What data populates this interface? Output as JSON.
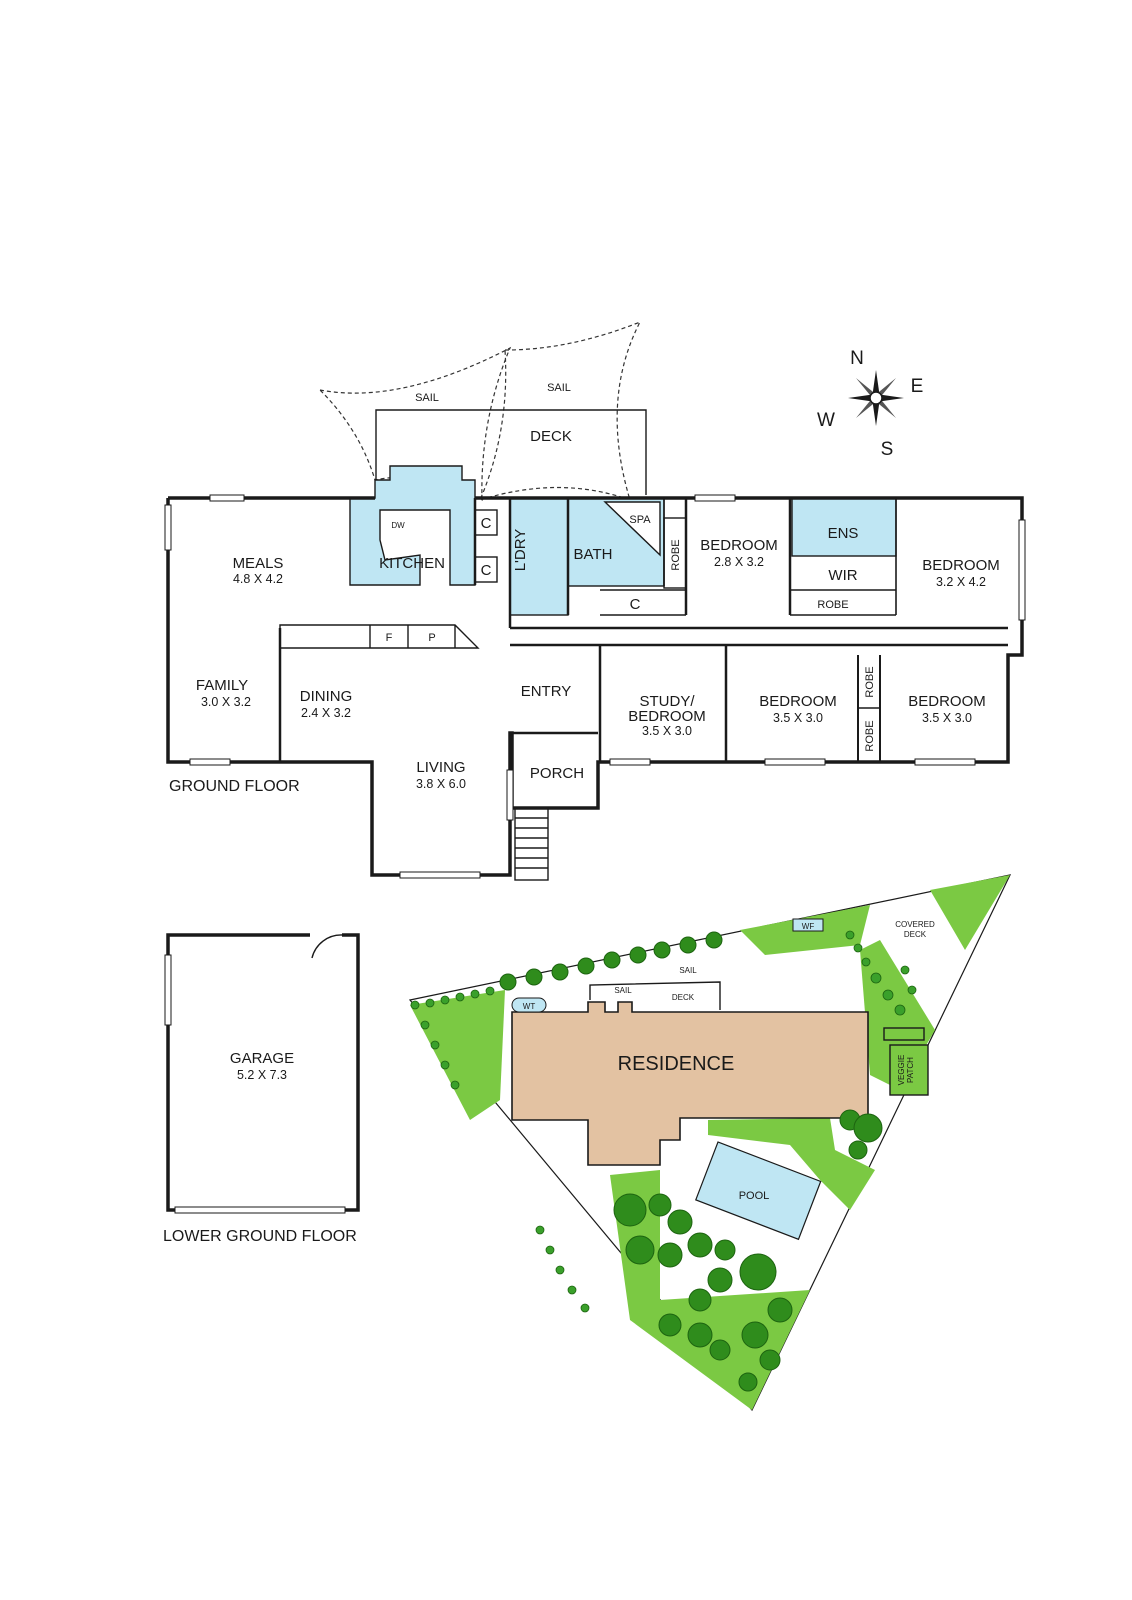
{
  "compass": {
    "n": "N",
    "e": "E",
    "s": "S",
    "w": "W"
  },
  "ground_floor": {
    "title": "GROUND FLOOR",
    "rooms": {
      "meals": {
        "name": "MEALS",
        "dims": "4.8 X 4.2"
      },
      "kitchen": {
        "name": "KITCHEN"
      },
      "dw": "DW",
      "c1": "C",
      "c2": "C",
      "c3": "C",
      "laundry": {
        "name": "L'DRY"
      },
      "bath": {
        "name": "BATH"
      },
      "spa": "SPA",
      "robe_v1": "ROBE",
      "bedroom2": {
        "name": "BEDROOM",
        "dims": "2.8 X 3.2"
      },
      "ens": "ENS",
      "wir": "WIR",
      "robe_h": "ROBE",
      "master": {
        "name": "BEDROOM",
        "dims": "3.2 X 4.2"
      },
      "f": "F",
      "p": "P",
      "family": {
        "name": "FAMILY",
        "dims": "3.0 X 3.2"
      },
      "dining": {
        "name": "DINING",
        "dims": "2.4 X 3.2"
      },
      "entry": {
        "name": "ENTRY"
      },
      "study": {
        "name1": "STUDY/",
        "name2": "BEDROOM",
        "dims": "3.5 X 3.0"
      },
      "bedroom3": {
        "name": "BEDROOM",
        "dims": "3.5 X 3.0"
      },
      "robe_v2": "ROBE",
      "robe_v3": "ROBE",
      "bedroom4": {
        "name": "BEDROOM",
        "dims": "3.5 X 3.0"
      },
      "living": {
        "name": "LIVING",
        "dims": "3.8 X 6.0"
      },
      "porch": {
        "name": "PORCH"
      },
      "deck": "DECK",
      "sail1": "SAIL",
      "sail2": "SAIL"
    }
  },
  "lower_ground_floor": {
    "title": "LOWER GROUND FLOOR",
    "garage": {
      "name": "GARAGE",
      "dims": "5.2 X 7.3"
    }
  },
  "site_plan": {
    "residence": "RESIDENCE",
    "pool": "POOL",
    "wt": "WT",
    "wf": "WF",
    "sail1": "SAIL",
    "sail2": "SAIL",
    "deck": "DECK",
    "covered_deck1": "COVERED",
    "covered_deck2": "DECK",
    "veggie1": "VEGGIE",
    "veggie2": "PATCH"
  }
}
